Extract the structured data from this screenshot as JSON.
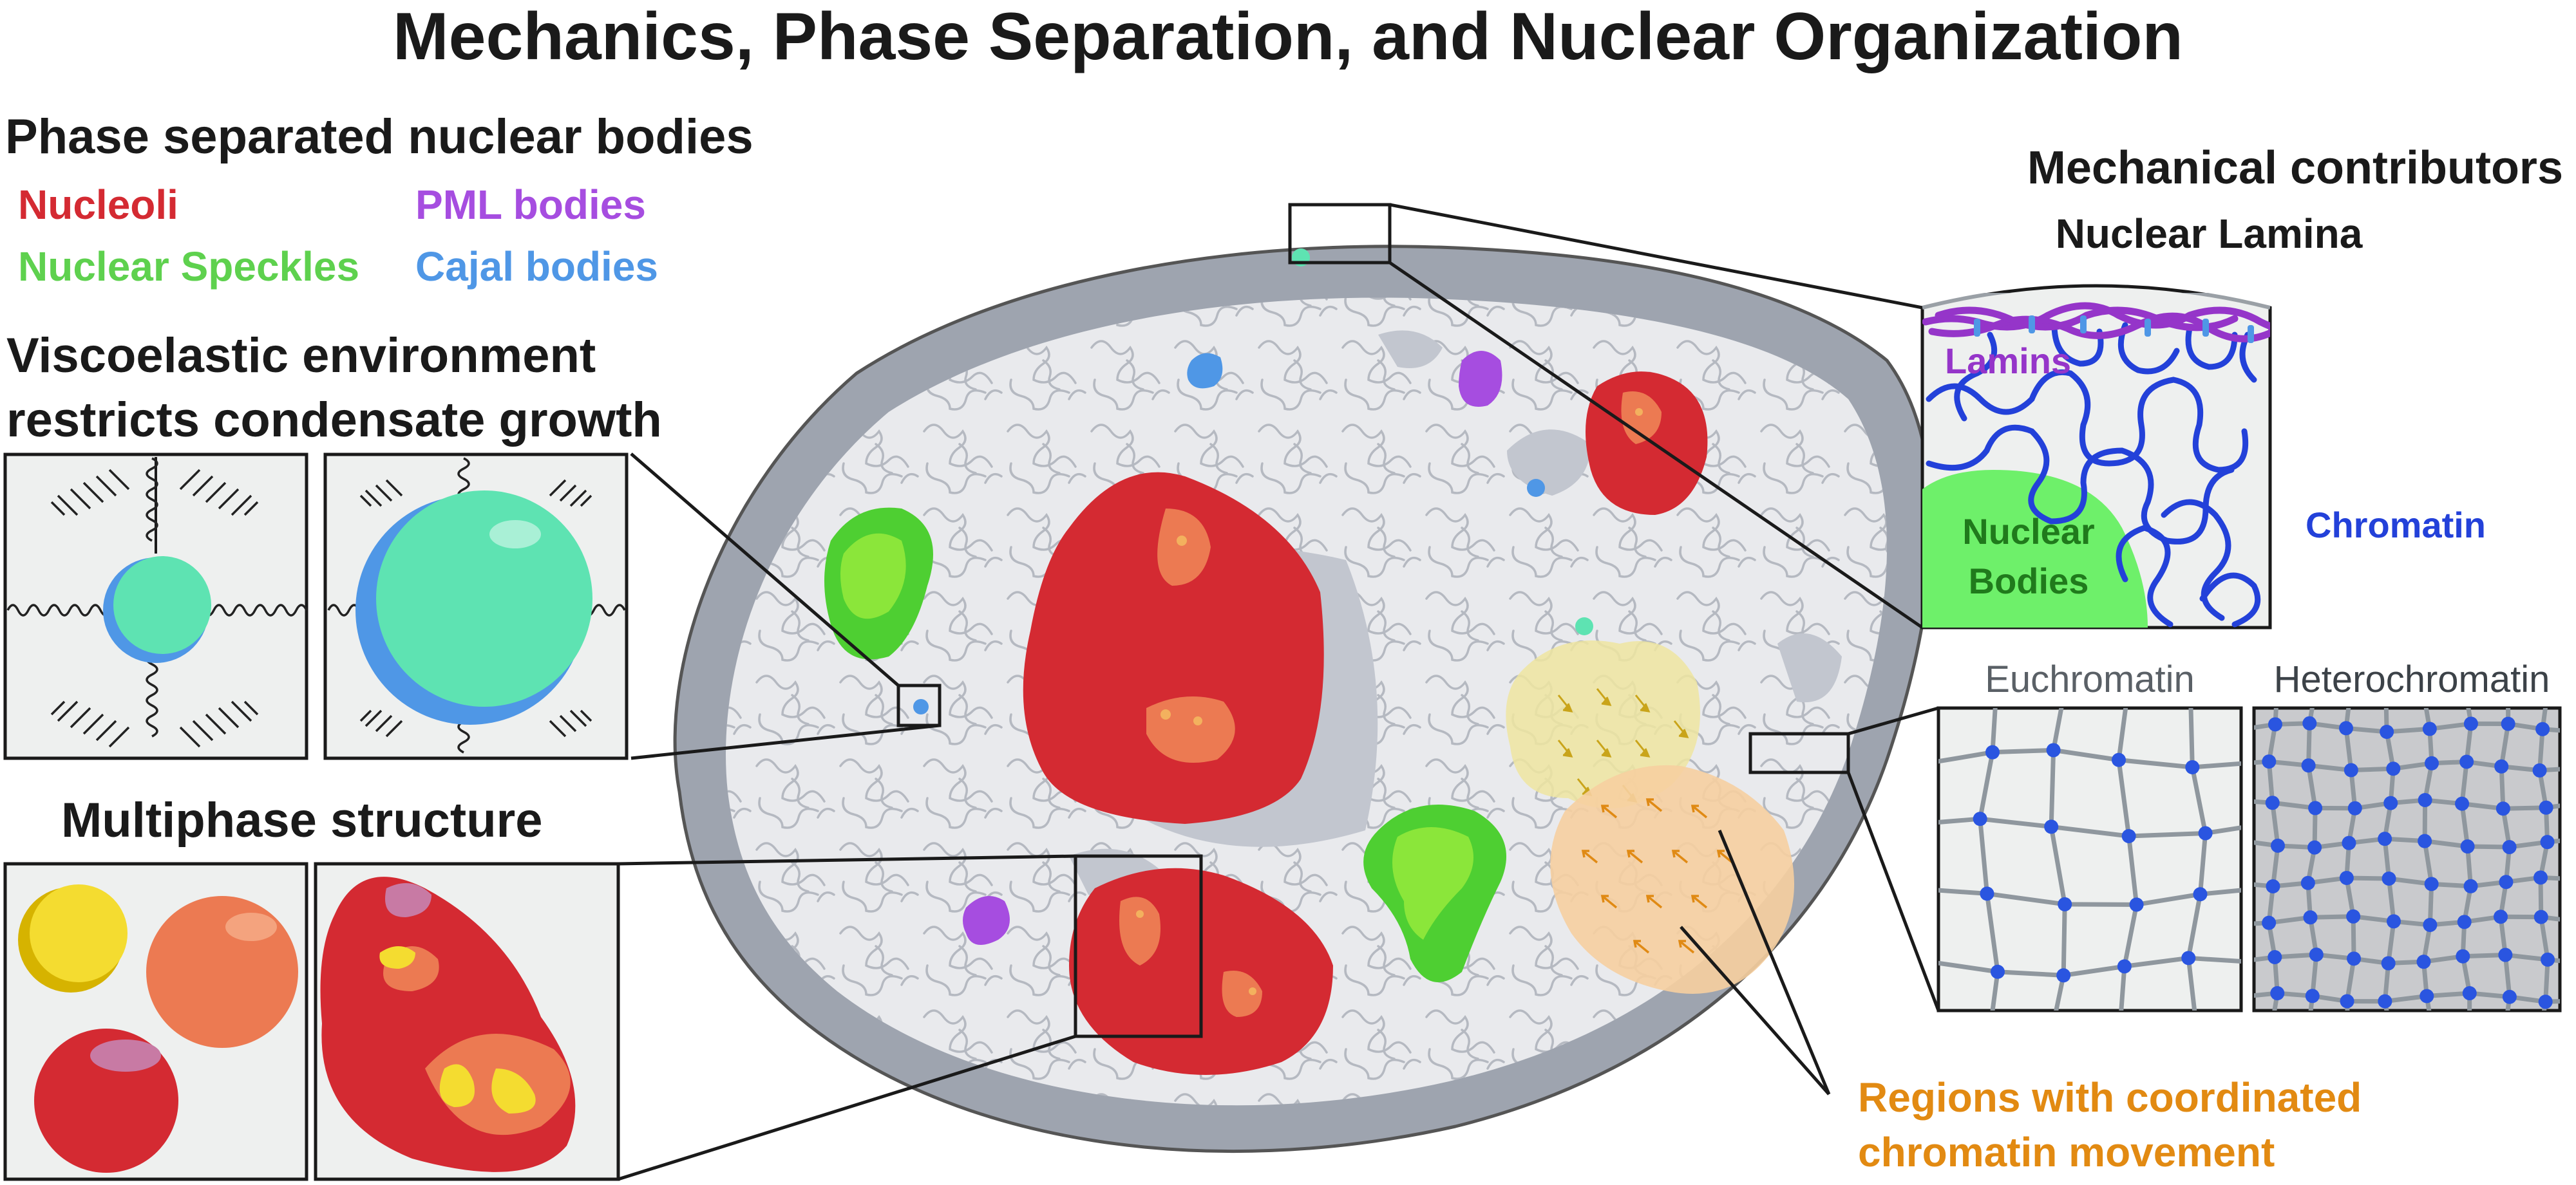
{
  "title": "Mechanics, Phase Separation, and Nuclear Organization",
  "nuclear_bodies": {
    "heading": "Phase separated nuclear bodies",
    "items": [
      {
        "label": "Nucleoli",
        "color": "#d42a32"
      },
      {
        "label": "PML bodies",
        "color": "#a64de0"
      },
      {
        "label": "Nuclear Speckles",
        "color": "#5ed14e"
      },
      {
        "label": "Cajal bodies",
        "color": "#4f97e6"
      }
    ]
  },
  "viscoelastic": {
    "line1": "Viscoelastic environment",
    "line2": "restricts condensate growth"
  },
  "multiphase": {
    "heading": "Multiphase structure"
  },
  "mechanical": {
    "heading": "Mechanical contributors",
    "subheading": "Nuclear Lamina",
    "lamins": "Lamins",
    "chromatin": "Chromatin",
    "nuclear_bodies_line1": "Nuclear",
    "nuclear_bodies_line2": "Bodies"
  },
  "chromatin_states": {
    "euchromatin": "Euchromatin",
    "heterochromatin": "Heterochromatin"
  },
  "coordinated": {
    "line1": "Regions with coordinated",
    "line2": "chromatin movement"
  },
  "colors": {
    "nucleolus": "#d42a32",
    "nucleolus_inner": "#ec7a52",
    "fibrillar_core": "#f3b15e",
    "speckle": "#4ecf32",
    "pml": "#a64de0",
    "cajal": "#4f97e6",
    "condensate": "#5ee3b2",
    "lamin": "#9535c9",
    "chromatin": "#2341d9",
    "coordinated_yellow": "#efe5a0",
    "coordinated_orange": "#f6cfa0",
    "arrow_orange": "#e08a14",
    "label_orange": "#e28a12",
    "heterochromatin_gray": "#c9cacd"
  }
}
